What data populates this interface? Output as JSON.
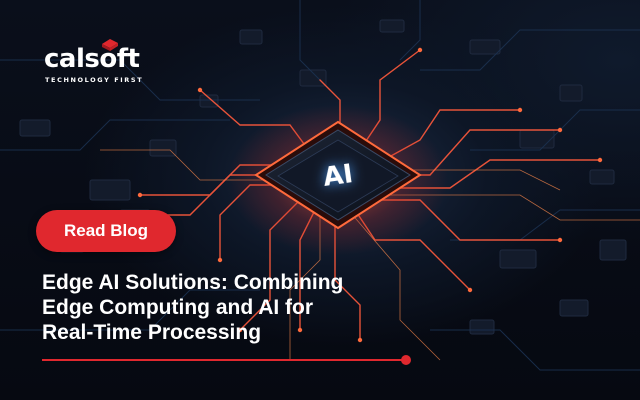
{
  "logo": {
    "wordmark": "calsoft",
    "tagline": "TECHNOLOGY FIRST",
    "mark_color": "#e0282e"
  },
  "chip": {
    "label": "AI"
  },
  "cta": {
    "label": "Read Blog",
    "color": "#e0282e"
  },
  "headline": {
    "lines": [
      "Edge AI Solutions: Combining",
      "Edge Computing and AI for",
      "Real-Time Processing"
    ]
  },
  "colors": {
    "background": "#070b14",
    "accent": "#e0282e",
    "trace_glow": "#ff5a3c",
    "chip_glow": "#4fa3ff"
  },
  "icons": {
    "logo_mark": "red-cube-mark-icon",
    "chip": "ai-processor-chip-icon"
  }
}
